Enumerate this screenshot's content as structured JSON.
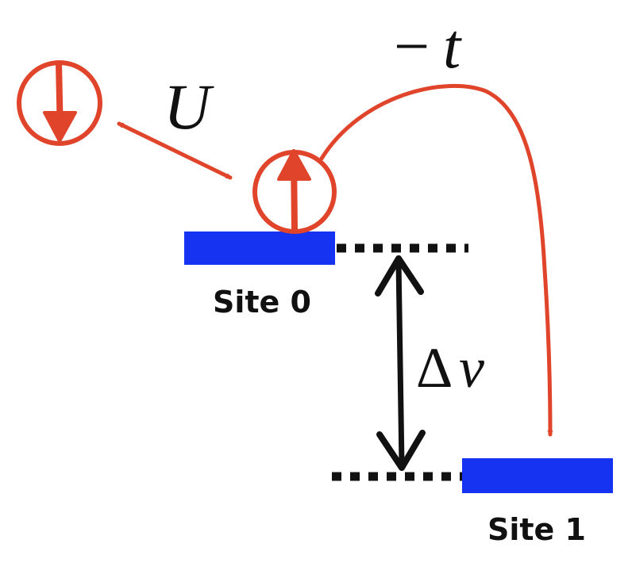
{
  "labels": {
    "interaction": "U",
    "hopping_sign": "−",
    "hopping": "t",
    "potential_delta": "Δ",
    "potential_var": "v",
    "site0": "Site 0",
    "site1": "Site 1"
  },
  "colors": {
    "electron": "#e0442b",
    "level": "#1533f0",
    "ink": "#111111"
  },
  "icons": {
    "spin_down": "spin-down-arrow-in-circle",
    "spin_up": "spin-up-arrow-in-circle"
  }
}
